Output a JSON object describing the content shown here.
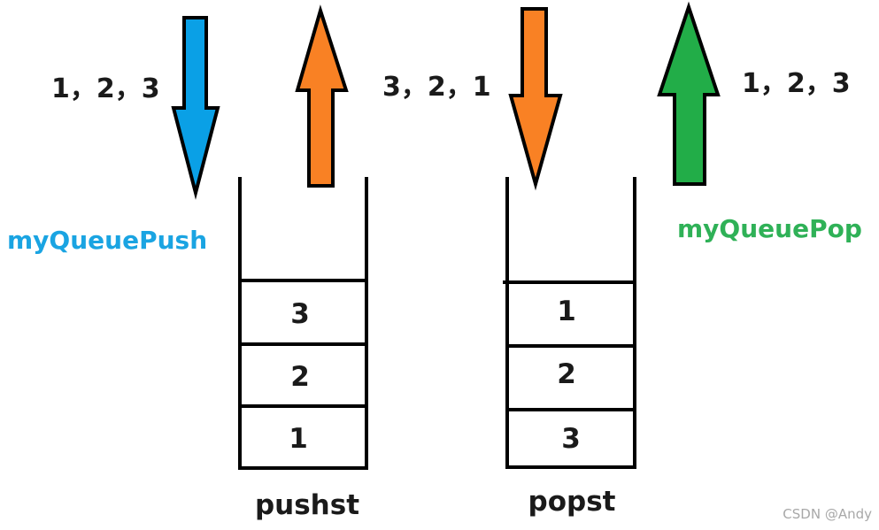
{
  "colors": {
    "push_arrow": "#0aa0e6",
    "transfer_arrow_up": "#f98124",
    "transfer_arrow_down": "#f98124",
    "pop_arrow": "#22ad48",
    "push_label": "#1aa4e2",
    "pop_label": "#2fb157",
    "outline": "#000000"
  },
  "push_side": {
    "input_sequence": "1，2，3",
    "function_label": "myQueuePush",
    "arrow_icon": "arrow-down-icon"
  },
  "transfer": {
    "sequence": "3，2，1",
    "out_arrow_icon": "arrow-up-icon",
    "in_arrow_icon": "arrow-down-icon"
  },
  "pop_side": {
    "output_sequence": "1，2，3",
    "function_label": "myQueuePop",
    "arrow_icon": "arrow-up-icon"
  },
  "pushst": {
    "name": "pushst",
    "cells": [
      "3",
      "2",
      "1"
    ]
  },
  "popst": {
    "name": "popst",
    "cells": [
      "1",
      "2",
      "3"
    ]
  },
  "watermark": "CSDN @Andy"
}
